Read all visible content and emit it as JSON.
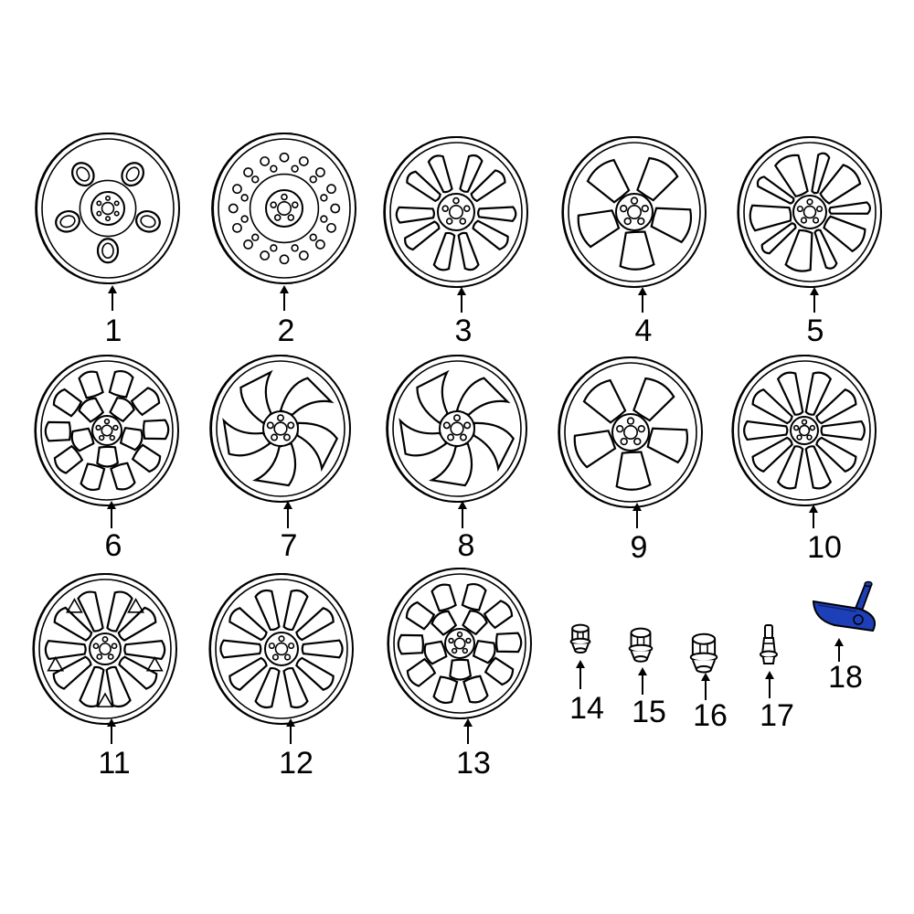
{
  "accent_color": "#1d3fb8",
  "parts": [
    {
      "callout": "1",
      "icon": "steel-wheel-icon"
    },
    {
      "callout": "2",
      "icon": "steel-wheel-icon"
    },
    {
      "callout": "3",
      "icon": "alloy-wheel-icon"
    },
    {
      "callout": "4",
      "icon": "alloy-wheel-icon"
    },
    {
      "callout": "5",
      "icon": "alloy-wheel-icon"
    },
    {
      "callout": "6",
      "icon": "alloy-wheel-icon"
    },
    {
      "callout": "7",
      "icon": "alloy-wheel-icon"
    },
    {
      "callout": "8",
      "icon": "alloy-wheel-icon"
    },
    {
      "callout": "9",
      "icon": "alloy-wheel-icon"
    },
    {
      "callout": "10",
      "icon": "alloy-wheel-icon"
    },
    {
      "callout": "11",
      "icon": "alloy-wheel-icon"
    },
    {
      "callout": "12",
      "icon": "alloy-wheel-icon"
    },
    {
      "callout": "13",
      "icon": "alloy-wheel-icon"
    },
    {
      "callout": "14",
      "icon": "lug-nut-icon"
    },
    {
      "callout": "15",
      "icon": "lug-nut-icon"
    },
    {
      "callout": "16",
      "icon": "lug-nut-icon"
    },
    {
      "callout": "17",
      "icon": "valve-stem-icon"
    },
    {
      "callout": "18",
      "icon": "tpms-sensor-icon",
      "highlighted": true
    }
  ]
}
